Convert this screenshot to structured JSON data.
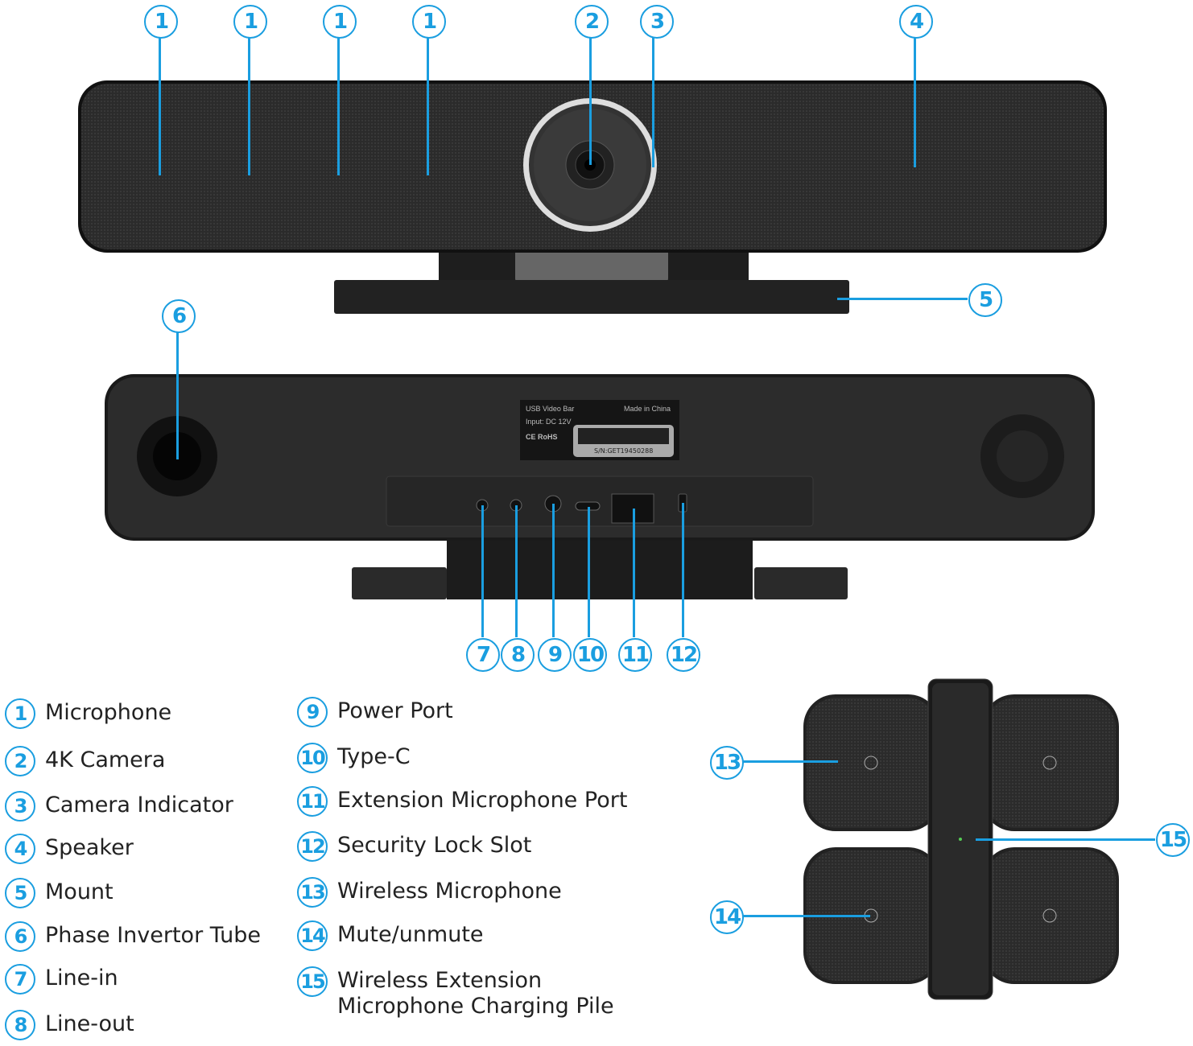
{
  "callouts": {
    "top": [
      "1",
      "1",
      "1",
      "1",
      "2",
      "3",
      "4"
    ],
    "mount": "5",
    "tube": "6",
    "ports": [
      "7",
      "8",
      "9",
      "10",
      "11",
      "12"
    ],
    "mics": [
      "13",
      "14",
      "15"
    ]
  },
  "rear_label": {
    "product": "USB Video Bar",
    "origin": "Made in China",
    "input": "Input: DC 12V",
    "cert": "CE RoHS",
    "serial": "S/N:GET19450288"
  },
  "legend": [
    {
      "n": "1",
      "label": "Microphone"
    },
    {
      "n": "2",
      "label": "4K Camera"
    },
    {
      "n": "3",
      "label": "Camera Indicator"
    },
    {
      "n": "4",
      "label": "Speaker"
    },
    {
      "n": "5",
      "label": "Mount"
    },
    {
      "n": "6",
      "label": "Phase Invertor Tube"
    },
    {
      "n": "7",
      "label": "Line-in"
    },
    {
      "n": "8",
      "label": "Line-out"
    },
    {
      "n": "9",
      "label": "Power Port"
    },
    {
      "n": "10",
      "label": "Type-C"
    },
    {
      "n": "11",
      "label": "Extension Microphone Port"
    },
    {
      "n": "12",
      "label": "Security Lock Slot"
    },
    {
      "n": "13",
      "label": "Wireless Microphone"
    },
    {
      "n": "14",
      "label": "Mute/unmute"
    },
    {
      "n": "15",
      "label": "Wireless Extension\nMicrophone Charging Pile"
    }
  ],
  "colors": {
    "accent": "#1a9ee0",
    "device": "#2a2a2a"
  }
}
